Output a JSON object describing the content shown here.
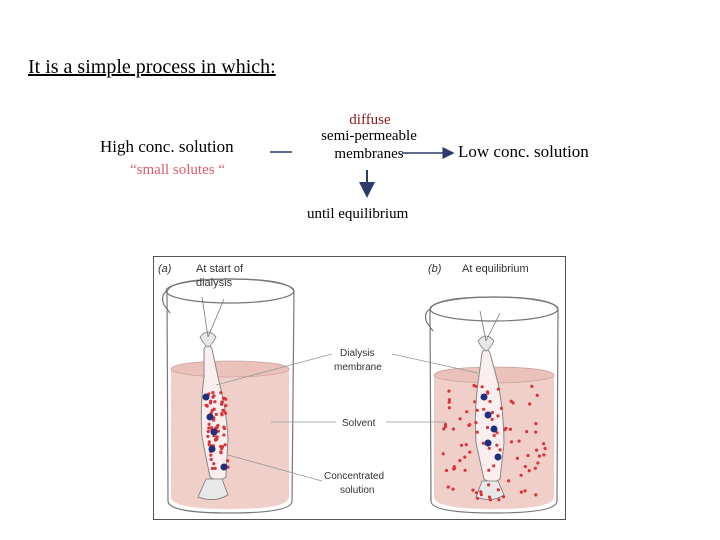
{
  "heading": "It is a simple process in which:",
  "left_label": "High conc. solution",
  "left_sub": "“small solutes “",
  "process_top": "diffuse",
  "process_mid": [
    "semi-permeable",
    "membranes"
  ],
  "right_label": "Low conc. solution",
  "down_label": "until equilibrium",
  "figure": {
    "panel_a_letter": "(a)",
    "panel_a_title": [
      "At start of",
      "dialysis"
    ],
    "panel_b_letter": "(b)",
    "panel_b_title": "At equilibrium",
    "callouts": [
      "Dialysis",
      "membrane",
      "Solvent",
      "Concentrated",
      "solution"
    ]
  },
  "colors": {
    "arrow": "#2a3a6a",
    "solvent": "#f0cfc8",
    "solute_small": "#d8343a",
    "solute_large": "#1f2f80"
  }
}
